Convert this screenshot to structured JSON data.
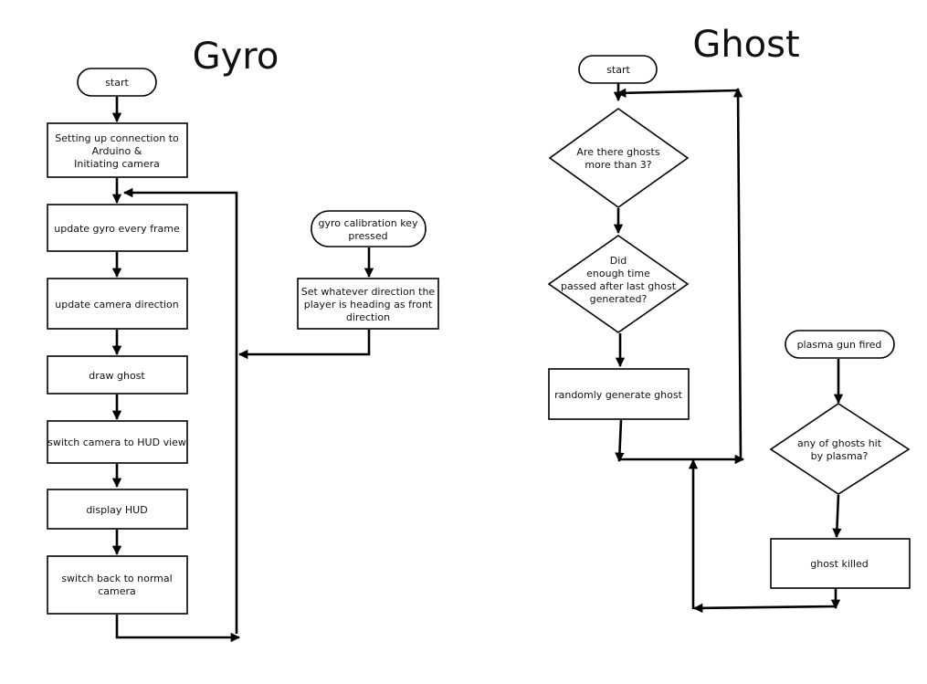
{
  "gyro": {
    "title": "Gyro",
    "nodes": {
      "start": [
        "start"
      ],
      "setup": [
        "Setting up connection to",
        "Arduino &",
        "Initiating camera"
      ],
      "update_gyro": [
        "update gyro every frame"
      ],
      "update_camera": [
        "update camera direction"
      ],
      "draw_ghost": [
        "draw ghost"
      ],
      "switch_hud": [
        "switch camera to HUD view"
      ],
      "display_hud": [
        "display HUD"
      ],
      "switch_back": [
        "switch back to normal",
        "camera"
      ],
      "calib_key": [
        "gyro calibration key",
        "pressed"
      ],
      "set_front": [
        "Set whatever direction the",
        "player is heading as front",
        "direction"
      ]
    }
  },
  "ghost": {
    "title": "Ghost",
    "nodes": {
      "start": [
        "start"
      ],
      "more_than_3": [
        "Are there ghosts",
        "more than 3?"
      ],
      "enough_time": [
        "Did",
        "enough time",
        "passed after last ghost",
        "generated?"
      ],
      "generate": [
        "randomly generate ghost"
      ],
      "plasma_fired": [
        "plasma gun fired"
      ],
      "hit": [
        "any of ghosts hit",
        "by plasma?"
      ],
      "killed": [
        "ghost killed"
      ]
    }
  }
}
